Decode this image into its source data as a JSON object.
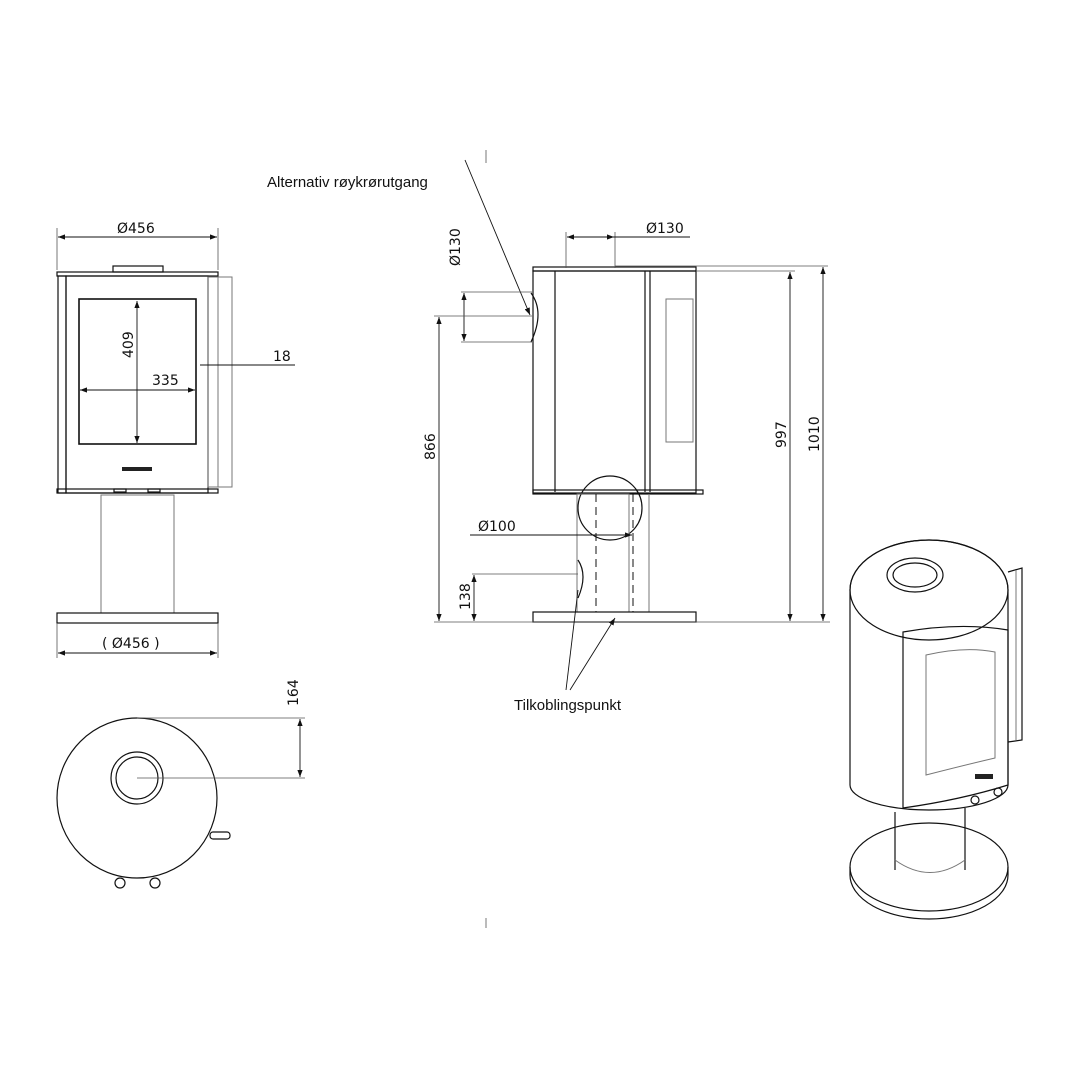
{
  "labels": {
    "alt_outlet": "Alternativ røykrørutgang",
    "connection_point": "Tilkoblingspunkt"
  },
  "front_view": {
    "top_diameter": "Ø456",
    "window_height": "409",
    "window_width": "335",
    "door_offset": "18",
    "base_diameter": "( Ø456 )"
  },
  "side_view": {
    "top_outlet_diameter": "Ø130",
    "rear_outlet_diameter": "Ø130",
    "air_inlet_diameter": "Ø100",
    "rear_outlet_height": "866",
    "air_inlet_height": "138",
    "body_height": "997",
    "total_height": "1010"
  },
  "top_view": {
    "outlet_offset": "164"
  }
}
